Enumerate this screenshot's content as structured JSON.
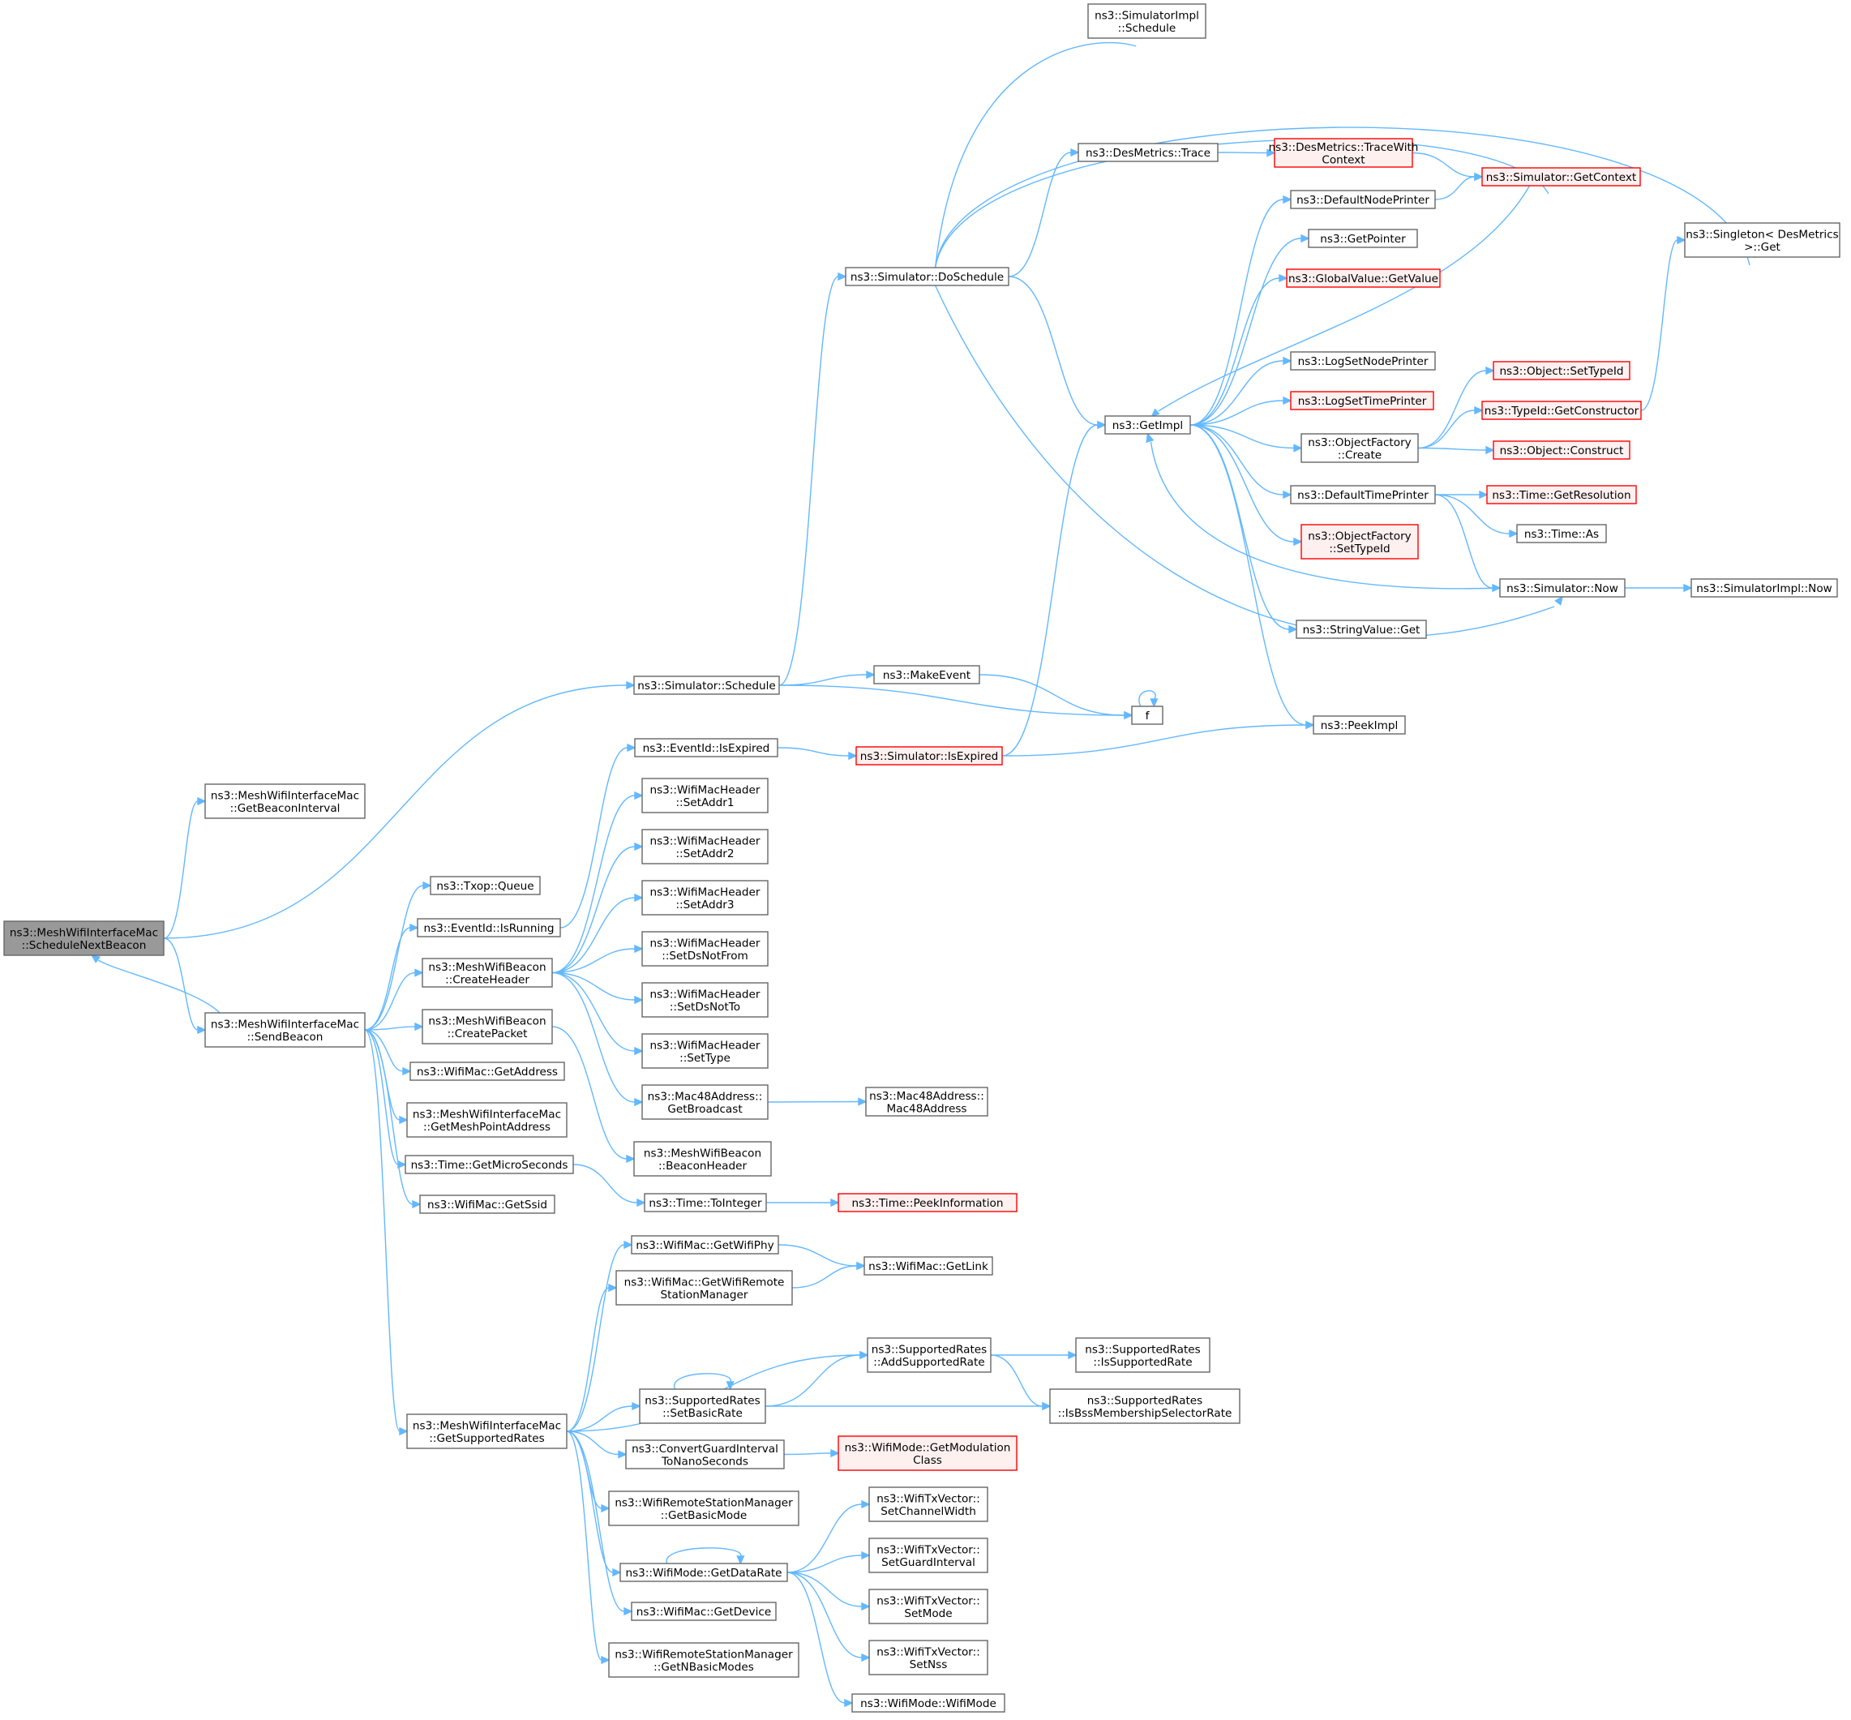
{
  "colors": {
    "edge": "#63b8ff",
    "node_border_default": "#666666",
    "node_fill_default": "#ffffff",
    "node_border_red": "#ff0000",
    "node_fill_red": "#fff0f0",
    "node_fill_root": "#999999",
    "node_border_root": "#666666"
  },
  "nodes": [
    {
      "id": "ScheduleNextBeacon",
      "lines": [
        "ns3::MeshWifiInterfaceMac",
        "::ScheduleNextBeacon"
      ],
      "style": "root"
    },
    {
      "id": "GetBeaconInterval",
      "lines": [
        "ns3::MeshWifiInterfaceMac",
        "::GetBeaconInterval"
      ],
      "style": "normal"
    },
    {
      "id": "SendBeacon",
      "lines": [
        "ns3::MeshWifiInterfaceMac",
        "::SendBeacon"
      ],
      "style": "normal"
    },
    {
      "id": "SimSchedule",
      "lines": [
        "ns3::Simulator::Schedule"
      ],
      "style": "normal"
    },
    {
      "id": "SimulatorImplSchedule",
      "lines": [
        "ns3::SimulatorImpl",
        "::Schedule"
      ],
      "style": "normal"
    },
    {
      "id": "DoSchedule",
      "lines": [
        "ns3::Simulator::DoSchedule"
      ],
      "style": "normal"
    },
    {
      "id": "MakeEvent",
      "lines": [
        "ns3::MakeEvent"
      ],
      "style": "normal"
    },
    {
      "id": "f",
      "lines": [
        "f"
      ],
      "style": "normal"
    },
    {
      "id": "DesMetricsTrace",
      "lines": [
        "ns3::DesMetrics::Trace"
      ],
      "style": "normal"
    },
    {
      "id": "TraceWithContext",
      "lines": [
        "ns3::DesMetrics::TraceWith",
        "Context"
      ],
      "style": "red"
    },
    {
      "id": "GetContext",
      "lines": [
        "ns3::Simulator::GetContext"
      ],
      "style": "red"
    },
    {
      "id": "SingletonGet",
      "lines": [
        "ns3::Singleton< DesMetrics",
        ">::Get"
      ],
      "style": "normal"
    },
    {
      "id": "GetImpl",
      "lines": [
        "ns3::GetImpl"
      ],
      "style": "normal"
    },
    {
      "id": "DefaultNodePrinter",
      "lines": [
        "ns3::DefaultNodePrinter"
      ],
      "style": "normal"
    },
    {
      "id": "GetPointer",
      "lines": [
        "ns3::GetPointer"
      ],
      "style": "normal"
    },
    {
      "id": "GlobalValueGetValue",
      "lines": [
        "ns3::GlobalValue::GetValue"
      ],
      "style": "red"
    },
    {
      "id": "LogSetNodePrinter",
      "lines": [
        "ns3::LogSetNodePrinter"
      ],
      "style": "normal"
    },
    {
      "id": "LogSetTimePrinter",
      "lines": [
        "ns3::LogSetTimePrinter"
      ],
      "style": "red"
    },
    {
      "id": "ObjectFactoryCreate",
      "lines": [
        "ns3::ObjectFactory",
        "::Create"
      ],
      "style": "normal"
    },
    {
      "id": "DefaultTimePrinter",
      "lines": [
        "ns3::DefaultTimePrinter"
      ],
      "style": "normal"
    },
    {
      "id": "ObjectFactorySetTypeId",
      "lines": [
        "ns3::ObjectFactory",
        "::SetTypeId"
      ],
      "style": "red"
    },
    {
      "id": "StringValueGet",
      "lines": [
        "ns3::StringValue::Get"
      ],
      "style": "normal"
    },
    {
      "id": "PeekImpl",
      "lines": [
        "ns3::PeekImpl"
      ],
      "style": "normal"
    },
    {
      "id": "ObjectSetTypeId",
      "lines": [
        "ns3::Object::SetTypeId"
      ],
      "style": "red"
    },
    {
      "id": "TypeIdGetConstructor",
      "lines": [
        "ns3::TypeId::GetConstructor"
      ],
      "style": "red"
    },
    {
      "id": "ObjectConstruct",
      "lines": [
        "ns3::Object::Construct"
      ],
      "style": "red"
    },
    {
      "id": "TimeGetResolution",
      "lines": [
        "ns3::Time::GetResolution"
      ],
      "style": "red"
    },
    {
      "id": "TimeAs",
      "lines": [
        "ns3::Time::As"
      ],
      "style": "normal"
    },
    {
      "id": "SimulatorNow",
      "lines": [
        "ns3::Simulator::Now"
      ],
      "style": "normal"
    },
    {
      "id": "SimulatorImplNow",
      "lines": [
        "ns3::SimulatorImpl::Now"
      ],
      "style": "normal"
    },
    {
      "id": "TxopQueue",
      "lines": [
        "ns3::Txop::Queue"
      ],
      "style": "normal"
    },
    {
      "id": "EventIdIsRunning",
      "lines": [
        "ns3::EventId::IsRunning"
      ],
      "style": "normal"
    },
    {
      "id": "EventIdIsExpired",
      "lines": [
        "ns3::EventId::IsExpired"
      ],
      "style": "normal"
    },
    {
      "id": "SimulatorIsExpired",
      "lines": [
        "ns3::Simulator::IsExpired"
      ],
      "style": "red"
    },
    {
      "id": "CreateHeader",
      "lines": [
        "ns3::MeshWifiBeacon",
        "::CreateHeader"
      ],
      "style": "normal"
    },
    {
      "id": "SetAddr1",
      "lines": [
        "ns3::WifiMacHeader",
        "::SetAddr1"
      ],
      "style": "normal"
    },
    {
      "id": "SetAddr2",
      "lines": [
        "ns3::WifiMacHeader",
        "::SetAddr2"
      ],
      "style": "normal"
    },
    {
      "id": "SetAddr3",
      "lines": [
        "ns3::WifiMacHeader",
        "::SetAddr3"
      ],
      "style": "normal"
    },
    {
      "id": "SetDsNotFrom",
      "lines": [
        "ns3::WifiMacHeader",
        "::SetDsNotFrom"
      ],
      "style": "normal"
    },
    {
      "id": "SetDsNotTo",
      "lines": [
        "ns3::WifiMacHeader",
        "::SetDsNotTo"
      ],
      "style": "normal"
    },
    {
      "id": "SetType",
      "lines": [
        "ns3::WifiMacHeader",
        "::SetType"
      ],
      "style": "normal"
    },
    {
      "id": "GetBroadcast",
      "lines": [
        "ns3::Mac48Address::",
        "GetBroadcast"
      ],
      "style": "normal"
    },
    {
      "id": "Mac48Address",
      "lines": [
        "ns3::Mac48Address::",
        "Mac48Address"
      ],
      "style": "normal"
    },
    {
      "id": "CreatePacket",
      "lines": [
        "ns3::MeshWifiBeacon",
        "::CreatePacket"
      ],
      "style": "normal"
    },
    {
      "id": "BeaconHeader",
      "lines": [
        "ns3::MeshWifiBeacon",
        "::BeaconHeader"
      ],
      "style": "normal"
    },
    {
      "id": "WifiMacGetAddress",
      "lines": [
        "ns3::WifiMac::GetAddress"
      ],
      "style": "normal"
    },
    {
      "id": "GetMeshPointAddress",
      "lines": [
        "ns3::MeshWifiInterfaceMac",
        "::GetMeshPointAddress"
      ],
      "style": "normal"
    },
    {
      "id": "GetMicroSeconds",
      "lines": [
        "ns3::Time::GetMicroSeconds"
      ],
      "style": "normal"
    },
    {
      "id": "TimeToInteger",
      "lines": [
        "ns3::Time::ToInteger"
      ],
      "style": "normal"
    },
    {
      "id": "TimePeekInformation",
      "lines": [
        "ns3::Time::PeekInformation"
      ],
      "style": "red"
    },
    {
      "id": "WifiMacGetSsid",
      "lines": [
        "ns3::WifiMac::GetSsid"
      ],
      "style": "normal"
    },
    {
      "id": "GetSupportedRates",
      "lines": [
        "ns3::MeshWifiInterfaceMac",
        "::GetSupportedRates"
      ],
      "style": "normal"
    },
    {
      "id": "GetWifiPhy",
      "lines": [
        "ns3::WifiMac::GetWifiPhy"
      ],
      "style": "normal"
    },
    {
      "id": "GetLink",
      "lines": [
        "ns3::WifiMac::GetLink"
      ],
      "style": "normal"
    },
    {
      "id": "GetWifiRemoteStationManager",
      "lines": [
        "ns3::WifiMac::GetWifiRemote",
        "StationManager"
      ],
      "style": "normal"
    },
    {
      "id": "AddSupportedRate",
      "lines": [
        "ns3::SupportedRates",
        "::AddSupportedRate"
      ],
      "style": "normal"
    },
    {
      "id": "IsSupportedRate",
      "lines": [
        "ns3::SupportedRates",
        "::IsSupportedRate"
      ],
      "style": "normal"
    },
    {
      "id": "SetBasicRate",
      "lines": [
        "ns3::SupportedRates",
        "::SetBasicRate"
      ],
      "style": "normal"
    },
    {
      "id": "IsBssMembershipSelectorRate",
      "lines": [
        "ns3::SupportedRates",
        "::IsBssMembershipSelectorRate"
      ],
      "style": "normal"
    },
    {
      "id": "ConvertGuardInterval",
      "lines": [
        "ns3::ConvertGuardInterval",
        "ToNanoSeconds"
      ],
      "style": "normal"
    },
    {
      "id": "GetModulationClass",
      "lines": [
        "ns3::WifiMode::GetModulation",
        "Class"
      ],
      "style": "red"
    },
    {
      "id": "GetBasicMode",
      "lines": [
        "ns3::WifiRemoteStationManager",
        "::GetBasicMode"
      ],
      "style": "normal"
    },
    {
      "id": "GetDataRate",
      "lines": [
        "ns3::WifiMode::GetDataRate"
      ],
      "style": "normal"
    },
    {
      "id": "SetChannelWidth",
      "lines": [
        "ns3::WifiTxVector::",
        "SetChannelWidth"
      ],
      "style": "normal"
    },
    {
      "id": "SetGuardInterval",
      "lines": [
        "ns3::WifiTxVector::",
        "SetGuardInterval"
      ],
      "style": "normal"
    },
    {
      "id": "SetMode",
      "lines": [
        "ns3::WifiTxVector::",
        "SetMode"
      ],
      "style": "normal"
    },
    {
      "id": "SetNss",
      "lines": [
        "ns3::WifiTxVector::",
        "SetNss"
      ],
      "style": "normal"
    },
    {
      "id": "WifiModeWifiMode",
      "lines": [
        "ns3::WifiMode::WifiMode"
      ],
      "style": "normal"
    },
    {
      "id": "WifiMacGetDevice",
      "lines": [
        "ns3::WifiMac::GetDevice"
      ],
      "style": "normal"
    },
    {
      "id": "GetNBasicModes",
      "lines": [
        "ns3::WifiRemoteStationManager",
        "::GetNBasicModes"
      ],
      "style": "normal"
    }
  ],
  "edges": [
    [
      "ScheduleNextBeacon",
      "GetBeaconInterval"
    ],
    [
      "ScheduleNextBeacon",
      "SimSchedule"
    ],
    [
      "ScheduleNextBeacon",
      "SendBeacon"
    ],
    [
      "SendBeacon",
      "ScheduleNextBeacon"
    ],
    [
      "SimSchedule",
      "DoSchedule"
    ],
    [
      "SimSchedule",
      "MakeEvent"
    ],
    [
      "SimSchedule",
      "f"
    ],
    [
      "MakeEvent",
      "f"
    ],
    [
      "f",
      "f"
    ],
    [
      "DoSchedule",
      "SimulatorImplSchedule"
    ],
    [
      "DoSchedule",
      "DesMetricsTrace"
    ],
    [
      "DoSchedule",
      "GetContext"
    ],
    [
      "DoSchedule",
      "SingletonGet"
    ],
    [
      "DoSchedule",
      "GetImpl"
    ],
    [
      "DoSchedule",
      "SimulatorNow"
    ],
    [
      "DesMetricsTrace",
      "TraceWithContext"
    ],
    [
      "TraceWithContext",
      "GetContext"
    ],
    [
      "GetContext",
      "GetImpl"
    ],
    [
      "GetImpl",
      "DefaultNodePrinter"
    ],
    [
      "GetImpl",
      "GetPointer"
    ],
    [
      "GetImpl",
      "GlobalValueGetValue"
    ],
    [
      "GetImpl",
      "LogSetNodePrinter"
    ],
    [
      "GetImpl",
      "LogSetTimePrinter"
    ],
    [
      "GetImpl",
      "ObjectFactoryCreate"
    ],
    [
      "GetImpl",
      "DefaultTimePrinter"
    ],
    [
      "GetImpl",
      "ObjectFactorySetTypeId"
    ],
    [
      "GetImpl",
      "StringValueGet"
    ],
    [
      "GetImpl",
      "PeekImpl"
    ],
    [
      "DefaultNodePrinter",
      "GetContext"
    ],
    [
      "ObjectFactoryCreate",
      "ObjectSetTypeId"
    ],
    [
      "ObjectFactoryCreate",
      "TypeIdGetConstructor"
    ],
    [
      "ObjectFactoryCreate",
      "ObjectConstruct"
    ],
    [
      "TypeIdGetConstructor",
      "SingletonGet"
    ],
    [
      "DefaultTimePrinter",
      "TimeGetResolution"
    ],
    [
      "DefaultTimePrinter",
      "TimeAs"
    ],
    [
      "DefaultTimePrinter",
      "SimulatorNow"
    ],
    [
      "SimulatorNow",
      "GetImpl"
    ],
    [
      "SimulatorNow",
      "SimulatorImplNow"
    ],
    [
      "SendBeacon",
      "TxopQueue"
    ],
    [
      "SendBeacon",
      "EventIdIsRunning"
    ],
    [
      "SendBeacon",
      "CreateHeader"
    ],
    [
      "SendBeacon",
      "CreatePacket"
    ],
    [
      "SendBeacon",
      "WifiMacGetAddress"
    ],
    [
      "SendBeacon",
      "GetMeshPointAddress"
    ],
    [
      "SendBeacon",
      "GetMicroSeconds"
    ],
    [
      "SendBeacon",
      "WifiMacGetSsid"
    ],
    [
      "SendBeacon",
      "GetSupportedRates"
    ],
    [
      "EventIdIsRunning",
      "EventIdIsExpired"
    ],
    [
      "EventIdIsExpired",
      "SimulatorIsExpired"
    ],
    [
      "SimulatorIsExpired",
      "GetImpl"
    ],
    [
      "SimulatorIsExpired",
      "PeekImpl"
    ],
    [
      "CreateHeader",
      "SetAddr1"
    ],
    [
      "CreateHeader",
      "SetAddr2"
    ],
    [
      "CreateHeader",
      "SetAddr3"
    ],
    [
      "CreateHeader",
      "SetDsNotFrom"
    ],
    [
      "CreateHeader",
      "SetDsNotTo"
    ],
    [
      "CreateHeader",
      "SetType"
    ],
    [
      "CreateHeader",
      "GetBroadcast"
    ],
    [
      "GetBroadcast",
      "Mac48Address"
    ],
    [
      "CreatePacket",
      "BeaconHeader"
    ],
    [
      "GetMicroSeconds",
      "TimeToInteger"
    ],
    [
      "TimeToInteger",
      "TimePeekInformation"
    ],
    [
      "GetSupportedRates",
      "GetWifiPhy"
    ],
    [
      "GetSupportedRates",
      "GetWifiRemoteStationManager"
    ],
    [
      "GetSupportedRates",
      "AddSupportedRate"
    ],
    [
      "GetSupportedRates",
      "SetBasicRate"
    ],
    [
      "GetSupportedRates",
      "ConvertGuardInterval"
    ],
    [
      "GetSupportedRates",
      "GetBasicMode"
    ],
    [
      "GetSupportedRates",
      "GetDataRate"
    ],
    [
      "GetSupportedRates",
      "WifiMacGetDevice"
    ],
    [
      "GetSupportedRates",
      "GetNBasicModes"
    ],
    [
      "GetWifiPhy",
      "GetLink"
    ],
    [
      "GetWifiRemoteStationManager",
      "GetLink"
    ],
    [
      "AddSupportedRate",
      "IsSupportedRate"
    ],
    [
      "AddSupportedRate",
      "IsBssMembershipSelectorRate"
    ],
    [
      "SetBasicRate",
      "SetBasicRate"
    ],
    [
      "SetBasicRate",
      "AddSupportedRate"
    ],
    [
      "SetBasicRate",
      "IsBssMembershipSelectorRate"
    ],
    [
      "ConvertGuardInterval",
      "GetModulationClass"
    ],
    [
      "GetDataRate",
      "GetDataRate"
    ],
    [
      "GetDataRate",
      "SetChannelWidth"
    ],
    [
      "GetDataRate",
      "SetGuardInterval"
    ],
    [
      "GetDataRate",
      "SetMode"
    ],
    [
      "GetDataRate",
      "SetNss"
    ],
    [
      "GetDataRate",
      "WifiModeWifiMode"
    ]
  ]
}
